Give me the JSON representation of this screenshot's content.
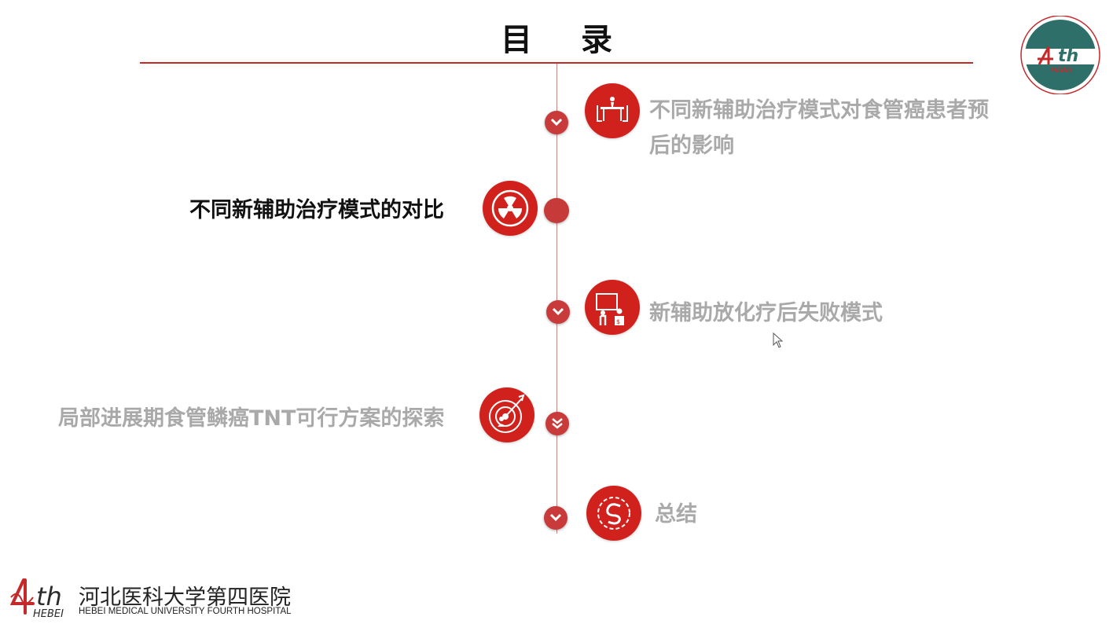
{
  "slide": {
    "title": "目 录"
  },
  "items": [
    {
      "label": "不同新辅助治疗模式对食管癌患者预",
      "label2": "后的影响",
      "icon": "table-meeting-icon",
      "active": false
    },
    {
      "label": "不同新辅助治疗模式的对比",
      "icon": "radiation-icon",
      "active": true
    },
    {
      "label": "新辅助放化疗后失败模式",
      "icon": "presentation-icon",
      "active": false
    },
    {
      "label": "局部进展期食管鳞癌TNT可行方案的探索",
      "icon": "target-icon",
      "active": false
    },
    {
      "label": "总结",
      "icon": "gear-swirl-icon",
      "active": false
    }
  ],
  "footer": {
    "logo_mark": "4th HEBEI",
    "hospital_name": "河北医科大学第四医院",
    "hospital_name_en": "HEBEI MEDICAL UNIVERSITY FOURTH HOSPITAL"
  },
  "colors": {
    "accent": "#d0211d",
    "rule": "#c42a2a",
    "inactive_text": "#a9a9a9",
    "active_text": "#111111",
    "seal_teal": "#2f6f6a"
  }
}
